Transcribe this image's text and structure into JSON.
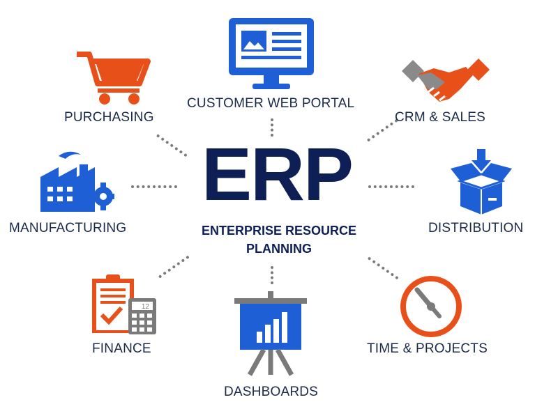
{
  "center": {
    "title": "ERP",
    "subtitle_line1": "ENTERPRISE RESOURCE",
    "subtitle_line2": "PLANNING"
  },
  "modules": {
    "customer_web_portal": "CUSTOMER WEB PORTAL",
    "purchasing": "PURCHASING",
    "crm_sales": "CRM & SALES",
    "manufacturing": "MANUFACTURING",
    "distribution": "DISTRIBUTION",
    "finance": "FINANCE",
    "dashboards": "DASHBOARDS",
    "time_projects": "TIME & PROJECTS"
  },
  "icons": {
    "customer_web_portal": "monitor-icon",
    "purchasing": "shopping-cart-icon",
    "crm_sales": "handshake-icon",
    "manufacturing": "factory-icon",
    "distribution": "box-icon",
    "finance": "checklist-calculator-icon",
    "dashboards": "presentation-chart-icon",
    "time_projects": "clock-icon"
  },
  "colors": {
    "navy": "#0d1f55",
    "blue": "#1f5fd6",
    "orange": "#e8501a",
    "gray": "#7a7a7a"
  }
}
